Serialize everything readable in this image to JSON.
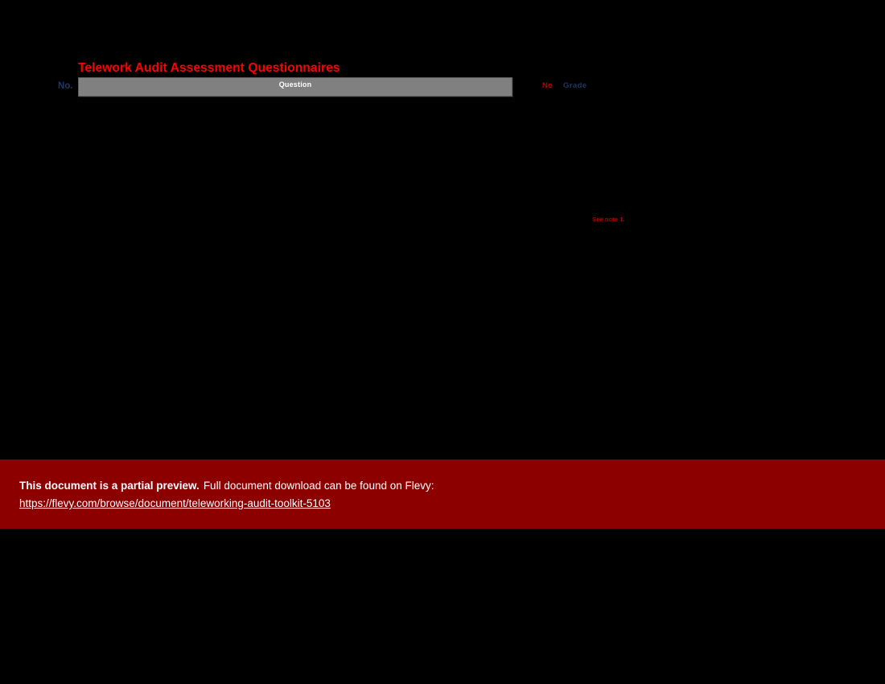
{
  "page": {
    "background_color": "#000000"
  },
  "document": {
    "title": "Telework Audit Assessment Questionnaires",
    "title_color": "#FF0000",
    "table": {
      "columns": [
        {
          "key": "no",
          "label": "No.",
          "color": "#1F3864"
        },
        {
          "key": "question",
          "label": "Question",
          "color": "#FFFFFF",
          "cell_background": "#808080"
        },
        {
          "key": "no2",
          "label": "No",
          "color": "#C00000"
        },
        {
          "key": "grade",
          "label": "Grade",
          "color": "#1F3864"
        }
      ],
      "rows": []
    },
    "footnote": {
      "text": "See note 1.",
      "color": "#B00000"
    }
  },
  "preview_banner": {
    "background_color": "#8C0000",
    "text_color": "#FFFFFF",
    "headline_bold": "This document is a partial preview.",
    "headline_rest": "Full document download can be found on Flevy:",
    "link_text": "https://flevy.com/browse/document/teleworking-audit-toolkit-5103"
  }
}
